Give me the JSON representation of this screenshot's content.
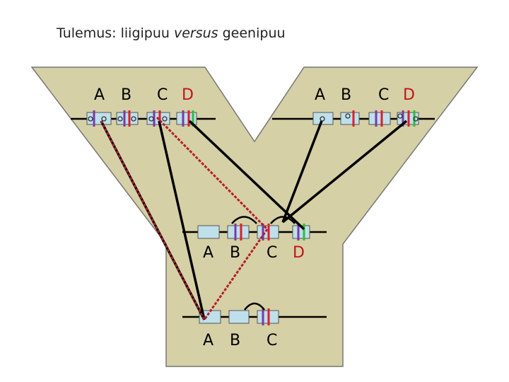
{
  "title": {
    "prefix": "Tulemus:  liigipuu ",
    "emphasis": "versus",
    "suffix": " geenipuu"
  },
  "colors": {
    "background": "#d6d0a6",
    "species_tree_line": "#000000",
    "gene_tree_line": "#b1202a",
    "label_black": "#000000",
    "label_red": "#c0141c",
    "gene_box": "#bfe0ea",
    "gene_box_border": "#555555",
    "stripe_red": "#d9202b",
    "stripe_purple": "#7a3aa8",
    "stripe_green": "#2ebd3a"
  },
  "labels": {
    "top_left": [
      "A",
      "B",
      "C",
      "D"
    ],
    "top_right": [
      "A",
      "B",
      "C",
      "D"
    ],
    "middle": [
      "A",
      "B",
      "C",
      "D"
    ],
    "bottom": [
      "A",
      "B",
      "C"
    ]
  },
  "label_colors": {
    "top_left": [
      "black",
      "black",
      "black",
      "red"
    ],
    "top_right": [
      "black",
      "black",
      "black",
      "red"
    ],
    "middle": [
      "black",
      "black",
      "black",
      "red"
    ],
    "bottom": [
      "black",
      "black",
      "black"
    ]
  }
}
